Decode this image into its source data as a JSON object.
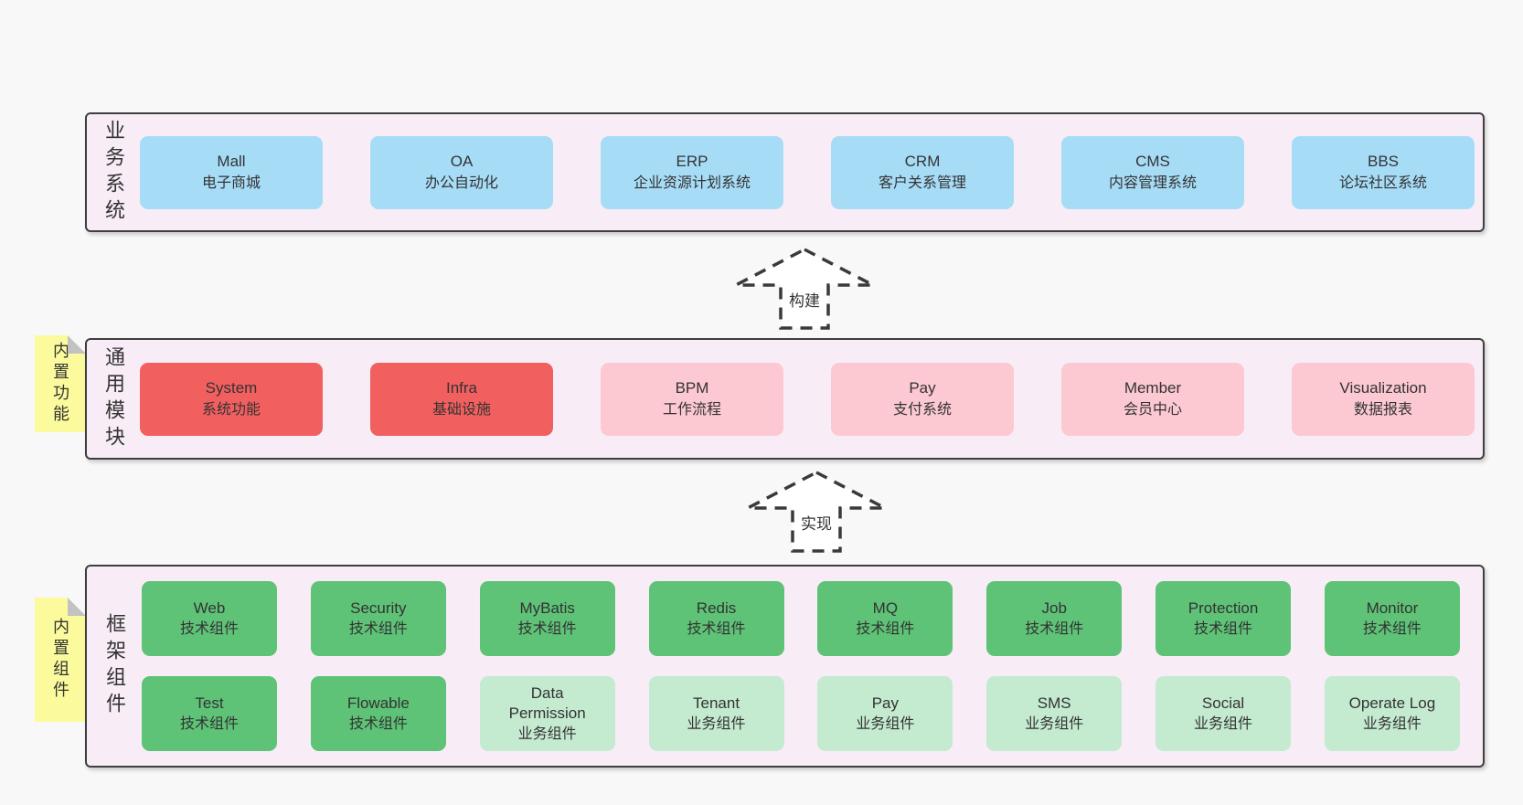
{
  "page": {
    "background": "#f8f8f8"
  },
  "colors": {
    "pagebg": "#f8f8f8",
    "bandbg": "#f8edf6",
    "border": "#3f3f3f",
    "text": "#333333",
    "blue": "#a7dcf7",
    "red": "#f25f5f",
    "pink": "#fcc9d2",
    "green": "#5ec377",
    "greenlight": "#c4ead0",
    "sticky": "#fbfb9d",
    "fold": "#c2c2c2",
    "arrowfill": "#ffffff",
    "arrowstroke": "#3a3a3a"
  },
  "arrows": [
    {
      "label": "构建"
    },
    {
      "label": "实现"
    }
  ],
  "bands": [
    {
      "label": "业务系统",
      "sticky": null,
      "rows": [
        [
          {
            "en": "Mall",
            "zh": "电子商城",
            "style": "blue"
          },
          {
            "en": "OA",
            "zh": "办公自动化",
            "style": "blue"
          },
          {
            "en": "ERP",
            "zh": "企业资源计划系统",
            "style": "blue"
          },
          {
            "en": "CRM",
            "zh": "客户关系管理",
            "style": "blue"
          },
          {
            "en": "CMS",
            "zh": "内容管理系统",
            "style": "blue"
          },
          {
            "en": "BBS",
            "zh": "论坛社区系统",
            "style": "blue"
          }
        ]
      ]
    },
    {
      "label": "通用模块",
      "sticky": "内置功能",
      "rows": [
        [
          {
            "en": "System",
            "zh": "系统功能",
            "style": "red"
          },
          {
            "en": "Infra",
            "zh": "基础设施",
            "style": "red"
          },
          {
            "en": "BPM",
            "zh": "工作流程",
            "style": "pink"
          },
          {
            "en": "Pay",
            "zh": "支付系统",
            "style": "pink"
          },
          {
            "en": "Member",
            "zh": "会员中心",
            "style": "pink"
          },
          {
            "en": "Visualization",
            "zh": "数据报表",
            "style": "pink"
          }
        ]
      ]
    },
    {
      "label": "框架组件",
      "sticky": "内置组件",
      "rows": [
        [
          {
            "en": "Web",
            "zh": "技术组件",
            "style": "green"
          },
          {
            "en": "Security",
            "zh": "技术组件",
            "style": "green"
          },
          {
            "en": "MyBatis",
            "zh": "技术组件",
            "style": "green"
          },
          {
            "en": "Redis",
            "zh": "技术组件",
            "style": "green"
          },
          {
            "en": "MQ",
            "zh": "技术组件",
            "style": "green"
          },
          {
            "en": "Job",
            "zh": "技术组件",
            "style": "green"
          },
          {
            "en": "Protection",
            "zh": "技术组件",
            "style": "green"
          },
          {
            "en": "Monitor",
            "zh": "技术组件",
            "style": "green"
          }
        ],
        [
          {
            "en": "Test",
            "zh": "技术组件",
            "style": "green"
          },
          {
            "en": "Flowable",
            "zh": "技术组件",
            "style": "green"
          },
          {
            "en": "Data Permission",
            "zh": "业务组件",
            "style": "green-light"
          },
          {
            "en": "Tenant",
            "zh": "业务组件",
            "style": "green-light"
          },
          {
            "en": "Pay",
            "zh": "业务组件",
            "style": "green-light"
          },
          {
            "en": "SMS",
            "zh": "业务组件",
            "style": "green-light"
          },
          {
            "en": "Social",
            "zh": "业务组件",
            "style": "green-light"
          },
          {
            "en": "Operate Log",
            "zh": "业务组件",
            "style": "green-light"
          }
        ]
      ]
    }
  ]
}
